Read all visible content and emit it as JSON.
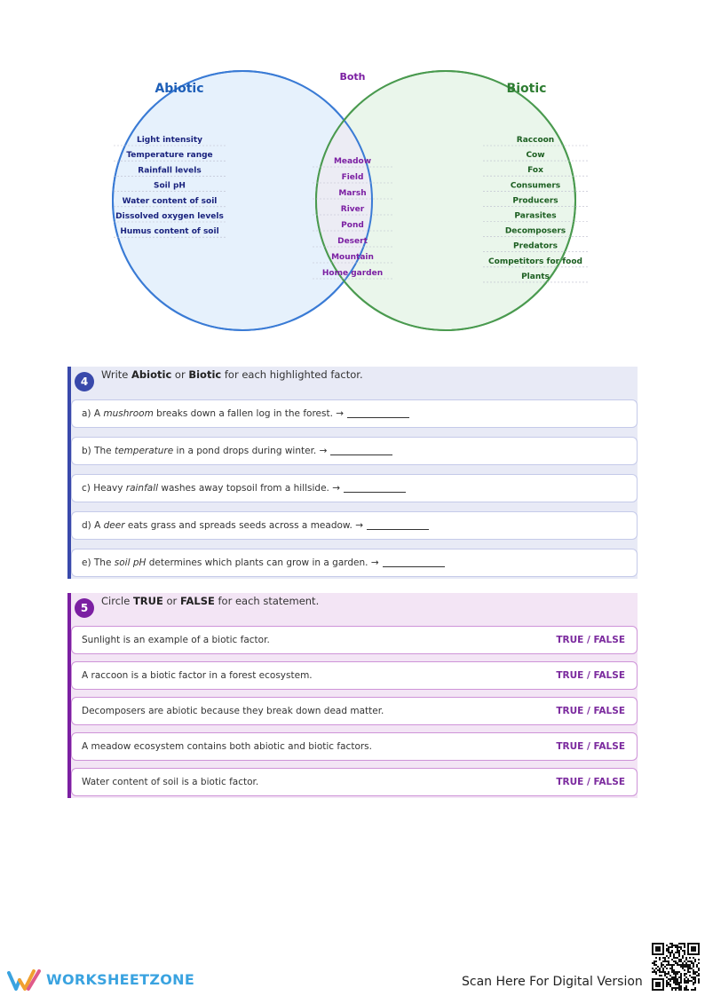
{
  "venn": {
    "left_title": "Abiotic",
    "right_title": "Biotic",
    "center_title": "Both",
    "left_items": [
      "Light intensity",
      "Temperature range",
      "Rainfall levels",
      "Soil pH",
      "Water content of soil",
      "Dissolved oxygen levels",
      "Humus content of soil"
    ],
    "center_items": [
      "Meadow",
      "Field",
      "Marsh",
      "River",
      "Pond",
      "Desert",
      "Mountain",
      "Home garden"
    ],
    "right_items": [
      "Raccoon",
      "Cow",
      "Fox",
      "Consumers",
      "Producers",
      "Parasites",
      "Decomposers",
      "Predators",
      "Competitors for food",
      "Plants"
    ],
    "colors": {
      "left": "#3a7bd5",
      "right": "#4a9a4f",
      "center": "#7b1fa2",
      "left_text": "#1a237e",
      "right_text": "#1b5e20"
    }
  },
  "section4": {
    "number": "4",
    "instr_pre": "Write ",
    "instr_b1": "Abiotic",
    "instr_mid": " or ",
    "instr_b2": "Biotic",
    "instr_post": " for each highlighted factor.",
    "rows": [
      {
        "pre": "a) A ",
        "em": "mushroom",
        "post": " breaks down a fallen log in the forest. →"
      },
      {
        "pre": "b) The ",
        "em": "temperature",
        "post": " in a pond drops during winter. →"
      },
      {
        "pre": "c) Heavy ",
        "em": "rainfall",
        "post": " washes away topsoil from a hillside. →"
      },
      {
        "pre": "d) A ",
        "em": "deer",
        "post": " eats grass and spreads seeds across a meadow. →"
      },
      {
        "pre": "e) The ",
        "em": "soil pH",
        "post": " determines which plants can grow in a garden. →"
      }
    ]
  },
  "section5": {
    "number": "5",
    "instr_pre": "Circle ",
    "instr_b1": "TRUE",
    "instr_mid": " or ",
    "instr_b2": "FALSE",
    "instr_post": " for each statement.",
    "tf_label": "TRUE / FALSE",
    "rows": [
      "Sunlight is an example of a biotic factor.",
      "A raccoon is a biotic factor in a forest ecosystem.",
      "Decomposers are abiotic because they break down dead matter.",
      "A meadow ecosystem contains both abiotic and biotic factors.",
      "Water content of soil is a biotic factor."
    ]
  },
  "footer": {
    "logo_text": "WORKSHEETZONE",
    "scan_text": "Scan Here For Digital Version"
  }
}
